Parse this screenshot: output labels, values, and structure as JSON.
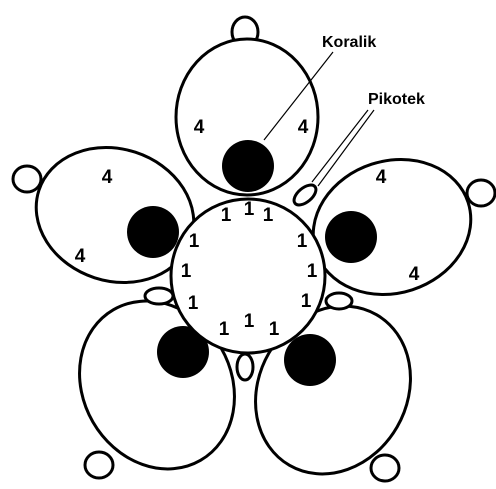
{
  "labels": {
    "bead": "Koralik",
    "picot": "Pikotek"
  },
  "center_ring_numbers": [
    "1",
    "1",
    "1",
    "1",
    "1",
    "1",
    "1",
    "1",
    "1",
    "1",
    "1",
    "1"
  ],
  "petal_numbers": {
    "top": [
      "4",
      "4"
    ],
    "left": [
      "4",
      "4"
    ],
    "right": [
      "4",
      "4"
    ]
  },
  "colors": {
    "line": "#000000",
    "fill": "#ffffff",
    "bead": "#000000"
  }
}
